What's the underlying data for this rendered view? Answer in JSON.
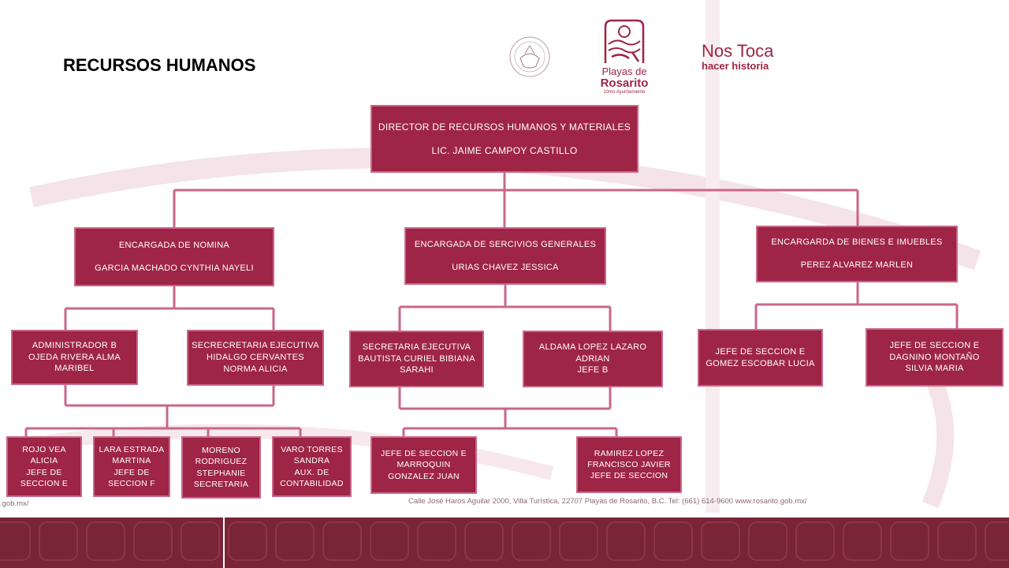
{
  "title": "RECURSOS HUMANOS",
  "logos": {
    "city_line1": "Playas de",
    "city_line2": "Rosarito",
    "city_line3": "10mo Ayuntamiento",
    "slogan_line1": "Nos Toca",
    "slogan_line2": "hacer historia"
  },
  "org": {
    "director": {
      "role": "DIRECTOR DE RECURSOS HUMANOS Y MATERIALES",
      "name": "LIC. JAIME CAMPOY CASTILLO"
    },
    "nomina": {
      "role": "ENCARGADA DE NOMINA",
      "name": "GARCIA MACHADO CYNTHIA NAYELI"
    },
    "servicios": {
      "role": "ENCARGADA DE SERCIVIOS GENERALES",
      "name": "URIAS CHAVEZ JESSICA"
    },
    "bienes": {
      "role": "ENCARGARDA DE BIENES E IMUEBLES",
      "name": "PEREZ ALVAREZ MARLEN"
    },
    "admin_b": [
      "ADMINISTRADOR B",
      "OJEDA RIVERA ALMA",
      "MARIBEL"
    ],
    "sec_ejec_1": [
      "SECRECRETARIA EJECUTIVA",
      "HIDALGO CERVANTES",
      "NORMA ALICIA"
    ],
    "sec_ejec_2": [
      "SECRETARIA EJECUTIVA",
      "BAUTISTA CURIEL BIBIANA",
      "SARAHI"
    ],
    "aldama": [
      "ALDAMA LOPEZ LAZARO",
      "ADRIAN",
      "JEFE B"
    ],
    "jefe_gomez": [
      "JEFE DE SECCION E",
      "GOMEZ ESCOBAR LUCIA"
    ],
    "jefe_dagnino": [
      "JEFE DE SECCION E",
      "DAGNINO MONTAÑO",
      "SILVIA MARIA"
    ],
    "rojo": [
      "ROJO VEA",
      "ALICIA",
      "JEFE DE",
      "SECCION E"
    ],
    "lara": [
      "LARA ESTRADA",
      "MARTINA",
      "JEFE DE",
      "SECCION F"
    ],
    "moreno": [
      "MORENO",
      "RODRIGUEZ",
      "STEPHANIE",
      "SECRETARIA"
    ],
    "varo": [
      "VARO TORRES",
      "SANDRA",
      "AUX. DE",
      "CONTABILIDAD"
    ],
    "marroquin": [
      "JEFE DE SECCION E",
      "MARROQUIN",
      "GONZALEZ JUAN"
    ],
    "ramirez": [
      "RAMIREZ LOPEZ",
      "FRANCISCO JAVIER",
      "JEFE DE SECCION"
    ]
  },
  "footer": {
    "address": "Calle José Haros Aguilar 2000, Villa Turística, 22707 Playas de Rosarito, B.C. Tel: (661) 614-9600  www.rosarito.gob.mx/",
    "left_fragment": ".gob.mx/"
  },
  "colors": {
    "box_fill": "#9e2545",
    "box_border": "#c9678a",
    "connector": "#c9678a",
    "band": "#7a2437"
  }
}
